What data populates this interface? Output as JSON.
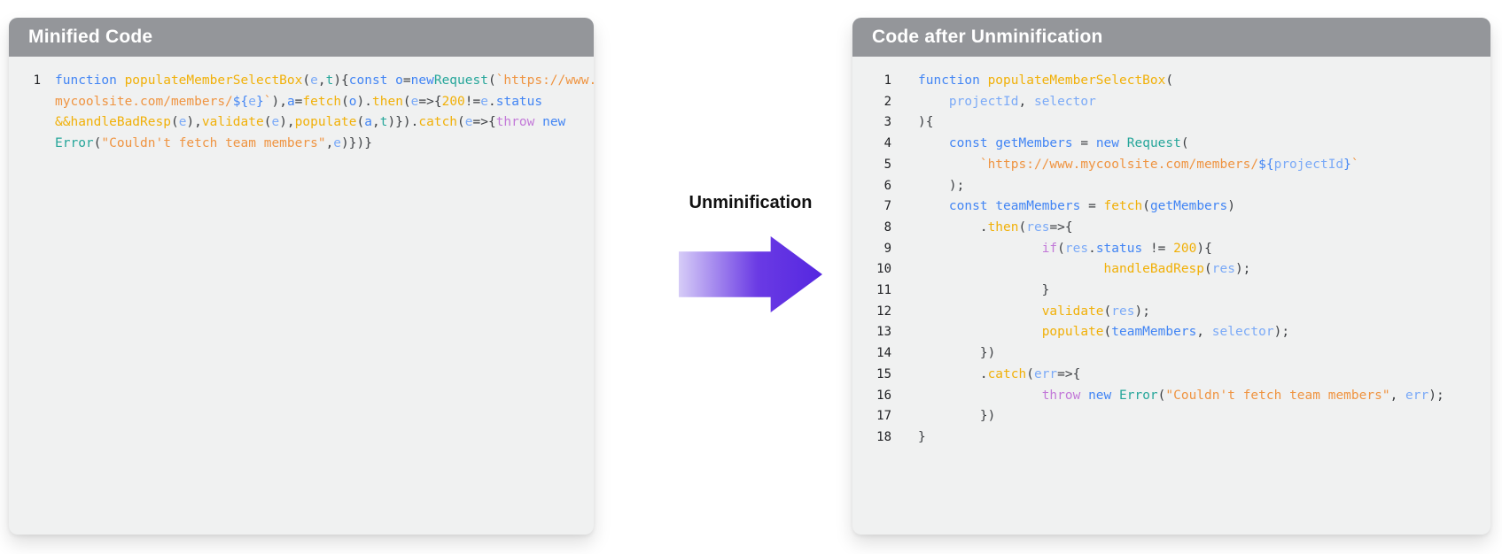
{
  "left_panel": {
    "title": "Minified Code",
    "lines": [
      {
        "num": "1",
        "tokens": [
          [
            "kw",
            "function "
          ],
          [
            "fn",
            "populateMemberSelectBox"
          ],
          [
            "pu",
            "("
          ],
          [
            "pa",
            "e"
          ],
          [
            "pu",
            ","
          ],
          [
            "cl",
            "t"
          ],
          [
            "pu",
            "){"
          ],
          [
            "kw",
            "const "
          ],
          [
            "va",
            "o"
          ],
          [
            "pu",
            "="
          ],
          [
            "kw",
            "new"
          ],
          [
            "cl",
            "Request"
          ],
          [
            "pu",
            "("
          ],
          [
            "st",
            "`https://www."
          ]
        ]
      },
      {
        "num": "",
        "tokens": [
          [
            "st",
            "mycoolsite.com/members/"
          ],
          [
            "kw",
            "${"
          ],
          [
            "pa",
            "e"
          ],
          [
            "kw",
            "}"
          ],
          [
            "st",
            "`"
          ],
          [
            "pu",
            "),"
          ],
          [
            "va",
            "a"
          ],
          [
            "pu",
            "="
          ],
          [
            "fn",
            "fetch"
          ],
          [
            "pu",
            "("
          ],
          [
            "va",
            "o"
          ],
          [
            "pu",
            ")."
          ],
          [
            "fn",
            "then"
          ],
          [
            "pu",
            "("
          ],
          [
            "pa",
            "e"
          ],
          [
            "pu",
            "=>{"
          ],
          [
            "nu",
            "200"
          ],
          [
            "pu",
            "!="
          ],
          [
            "pa",
            "e"
          ],
          [
            "pu",
            "."
          ],
          [
            "va",
            "status"
          ]
        ]
      },
      {
        "num": "",
        "tokens": [
          [
            "fn",
            "&&handleBadResp"
          ],
          [
            "pu",
            "("
          ],
          [
            "pa",
            "e"
          ],
          [
            "pu",
            "),"
          ],
          [
            "fn",
            "validate"
          ],
          [
            "pu",
            "("
          ],
          [
            "pa",
            "e"
          ],
          [
            "pu",
            "),"
          ],
          [
            "fn",
            "populate"
          ],
          [
            "pu",
            "("
          ],
          [
            "va",
            "a"
          ],
          [
            "pu",
            ","
          ],
          [
            "cl",
            "t"
          ],
          [
            "pu",
            ")})."
          ],
          [
            "fn",
            "catch"
          ],
          [
            "pu",
            "("
          ],
          [
            "pa",
            "e"
          ],
          [
            "pu",
            "=>{"
          ],
          [
            "k2",
            "throw "
          ],
          [
            "kw",
            "new"
          ]
        ]
      },
      {
        "num": "",
        "tokens": [
          [
            "cl",
            "Error"
          ],
          [
            "pu",
            "("
          ],
          [
            "st",
            "\"Couldn't fetch team members\""
          ],
          [
            "pu",
            ","
          ],
          [
            "pa",
            "e"
          ],
          [
            "pu",
            ")})}"
          ]
        ]
      }
    ]
  },
  "middle": {
    "label": "Unminification",
    "arrow_icon": "right-block-arrow"
  },
  "right_panel": {
    "title": "Code after Unminification",
    "lines": [
      {
        "num": "1",
        "tokens": [
          [
            "kw",
            "function "
          ],
          [
            "fn",
            "populateMemberSelectBox"
          ],
          [
            "pu",
            "("
          ]
        ]
      },
      {
        "num": "2",
        "tokens": [
          [
            "pu",
            "    "
          ],
          [
            "pa",
            "projectId"
          ],
          [
            "pu",
            ", "
          ],
          [
            "pa",
            "selector"
          ]
        ]
      },
      {
        "num": "3",
        "tokens": [
          [
            "pu",
            "){"
          ]
        ]
      },
      {
        "num": "4",
        "tokens": [
          [
            "pu",
            "    "
          ],
          [
            "kw",
            "const "
          ],
          [
            "va",
            "getMembers"
          ],
          [
            "pu",
            " = "
          ],
          [
            "kw",
            "new "
          ],
          [
            "cl",
            "Request"
          ],
          [
            "pu",
            "("
          ]
        ]
      },
      {
        "num": "5",
        "tokens": [
          [
            "pu",
            "        "
          ],
          [
            "st",
            "`https://www.mycoolsite.com/members/"
          ],
          [
            "kw",
            "${"
          ],
          [
            "pa",
            "projectId"
          ],
          [
            "kw",
            "}"
          ],
          [
            "st",
            "`"
          ]
        ]
      },
      {
        "num": "6",
        "tokens": [
          [
            "pu",
            "    );"
          ]
        ]
      },
      {
        "num": "7",
        "tokens": [
          [
            "pu",
            "    "
          ],
          [
            "kw",
            "const "
          ],
          [
            "va",
            "teamMembers"
          ],
          [
            "pu",
            " = "
          ],
          [
            "fn",
            "fetch"
          ],
          [
            "pu",
            "("
          ],
          [
            "va",
            "getMembers"
          ],
          [
            "pu",
            ")"
          ]
        ]
      },
      {
        "num": "8",
        "tokens": [
          [
            "pu",
            "        ."
          ],
          [
            "fn",
            "then"
          ],
          [
            "pu",
            "("
          ],
          [
            "pa",
            "res"
          ],
          [
            "pu",
            "=>{"
          ]
        ]
      },
      {
        "num": "9",
        "tokens": [
          [
            "pu",
            "                "
          ],
          [
            "k2",
            "if"
          ],
          [
            "pu",
            "("
          ],
          [
            "pa",
            "res"
          ],
          [
            "pu",
            "."
          ],
          [
            "va",
            "status"
          ],
          [
            "pu",
            " != "
          ],
          [
            "nu",
            "200"
          ],
          [
            "pu",
            "){"
          ]
        ]
      },
      {
        "num": "10",
        "tokens": [
          [
            "pu",
            "                        "
          ],
          [
            "fn",
            "handleBadResp"
          ],
          [
            "pu",
            "("
          ],
          [
            "pa",
            "res"
          ],
          [
            "pu",
            ");"
          ]
        ]
      },
      {
        "num": "11",
        "tokens": [
          [
            "pu",
            "                }"
          ]
        ]
      },
      {
        "num": "12",
        "tokens": [
          [
            "pu",
            "                "
          ],
          [
            "fn",
            "validate"
          ],
          [
            "pu",
            "("
          ],
          [
            "pa",
            "res"
          ],
          [
            "pu",
            ");"
          ]
        ]
      },
      {
        "num": "13",
        "tokens": [
          [
            "pu",
            "                "
          ],
          [
            "fn",
            "populate"
          ],
          [
            "pu",
            "("
          ],
          [
            "va",
            "teamMembers"
          ],
          [
            "pu",
            ", "
          ],
          [
            "pa",
            "selector"
          ],
          [
            "pu",
            ");"
          ]
        ]
      },
      {
        "num": "14",
        "tokens": [
          [
            "pu",
            "        })"
          ]
        ]
      },
      {
        "num": "15",
        "tokens": [
          [
            "pu",
            "        ."
          ],
          [
            "fn",
            "catch"
          ],
          [
            "pu",
            "("
          ],
          [
            "pa",
            "err"
          ],
          [
            "pu",
            "=>{"
          ]
        ]
      },
      {
        "num": "16",
        "tokens": [
          [
            "pu",
            "                "
          ],
          [
            "k2",
            "throw "
          ],
          [
            "kw",
            "new "
          ],
          [
            "cl",
            "Error"
          ],
          [
            "pu",
            "("
          ],
          [
            "st",
            "\"Couldn't fetch team members\""
          ],
          [
            "pu",
            ", "
          ],
          [
            "pa",
            "err"
          ],
          [
            "pu",
            ");"
          ]
        ]
      },
      {
        "num": "17",
        "tokens": [
          [
            "pu",
            "        })"
          ]
        ]
      },
      {
        "num": "18",
        "tokens": [
          [
            "pu",
            "}"
          ]
        ]
      }
    ]
  },
  "colors": {
    "keyword": "#4285f4",
    "function_name": "#f1b008",
    "class_name": "#26a69a",
    "string": "#ef9441",
    "number": "#f1b008",
    "parameter": "#7baaf7",
    "variable": "#4285f4",
    "control_keyword": "#c278d8",
    "punctuation": "#3b3e42",
    "header_bg": "#94969a",
    "header_text": "#ffffff",
    "panel_bg": "#f0f1f1",
    "line_number": "#202124",
    "label_text": "#111111",
    "arrow_from": "#d6ccf7",
    "arrow_mid": "#6a3ae4",
    "arrow_to": "#5527e0"
  }
}
